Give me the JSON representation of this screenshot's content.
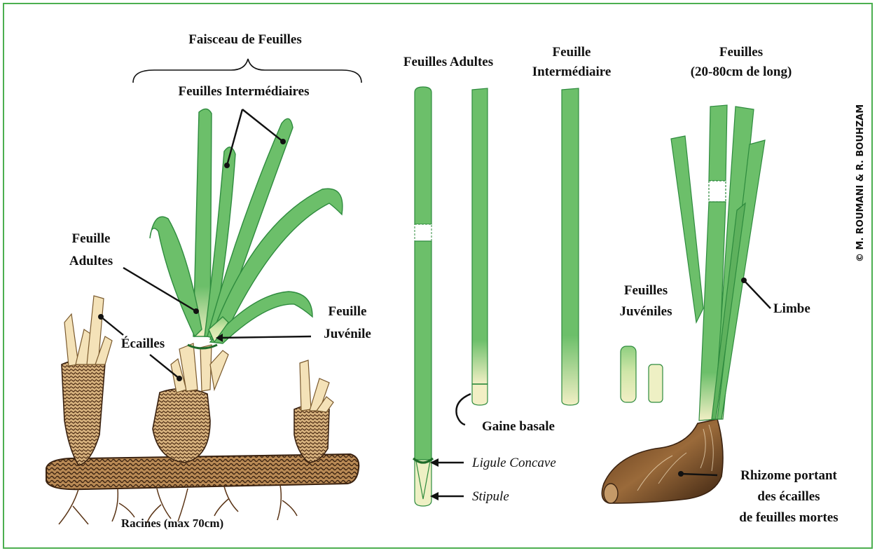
{
  "colors": {
    "frame": "#4caf50",
    "leaf_green": "#6cbf6a",
    "leaf_edge": "#2e8b3e",
    "leaf_pale": "#f2efc5",
    "scale": "#f4e2b8",
    "rhizome_dark": "#3a2210",
    "rhizome_mid": "#8a5a2e"
  },
  "labels": {
    "faisceau": "Faisceau de Feuilles",
    "intermediaires": "Feuilles Intermédiaires",
    "feuille_adultes_1": "Feuille",
    "feuille_adultes_2": "Adultes",
    "feuille_juvenile_1": "Feuille",
    "feuille_juvenile_2": "Juvénile",
    "ecailles": "Écailles",
    "racines": "Racines (max 70cm)",
    "feuilles_adultes": "Feuilles Adultes",
    "feuille_inter_1": "Feuille",
    "feuille_inter_2": "Intermédiaire",
    "feuilles_long_1": "Feuilles",
    "feuilles_long_2": "(20-80cm de long)",
    "feuilles_juveniles_1": "Feuilles",
    "feuilles_juveniles_2": "Juvéniles",
    "gaine_basale": "Gaine basale",
    "ligule": "Ligule Concave",
    "stipule": "Stipule",
    "limbe": "Limbe",
    "rhizome_1": "Rhizome portant",
    "rhizome_2": "des écailles",
    "rhizome_3": "de feuilles mortes",
    "credit": "© M. ROUMANI & R. BOUHZAM"
  },
  "icons": [
    "plant-rhizome-illustration",
    "leaf-blade-icon",
    "root-icon"
  ]
}
